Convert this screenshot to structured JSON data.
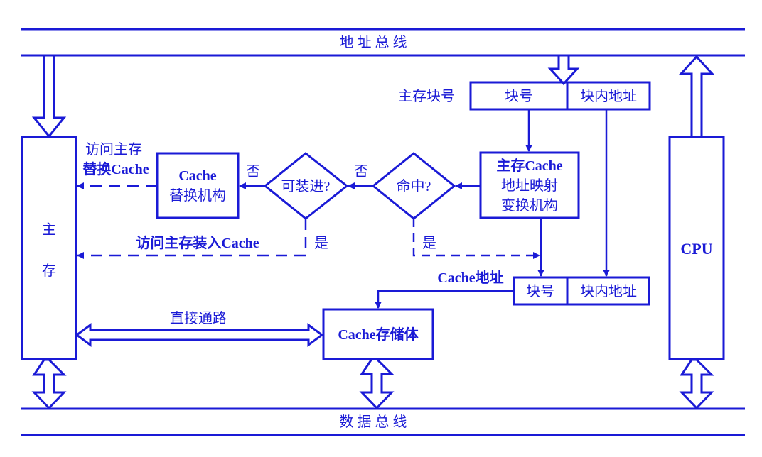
{
  "colors": {
    "primary": "#1a1ad6",
    "background": "#ffffff"
  },
  "buses": {
    "address": "地 址 总 线",
    "data": "数 据 总 线"
  },
  "main_memory": {
    "char1": "主",
    "char2": "存"
  },
  "cpu": {
    "label": "CPU"
  },
  "main_block_label": "主存块号",
  "main_address": {
    "block": "块号",
    "offset": "块内地址"
  },
  "mapping_unit": {
    "line1": "主存Cache",
    "line2": "地址映射",
    "line3": "变换机构"
  },
  "decision_hit": {
    "label": "命中?",
    "no": "否",
    "yes": "是"
  },
  "decision_load": {
    "label": "可装进?",
    "no": "否",
    "yes": "是"
  },
  "replacement_unit": {
    "line1": "Cache",
    "line2": "替换机构"
  },
  "paths": {
    "access_replace_line1": "访问主存",
    "access_replace_line2": "替换Cache",
    "access_load": "访问主存装入Cache",
    "direct": "直接通路"
  },
  "cache_address": {
    "label": "Cache地址",
    "block": "块号",
    "offset": "块内地址"
  },
  "cache_storage": {
    "label": "Cache存储体"
  }
}
